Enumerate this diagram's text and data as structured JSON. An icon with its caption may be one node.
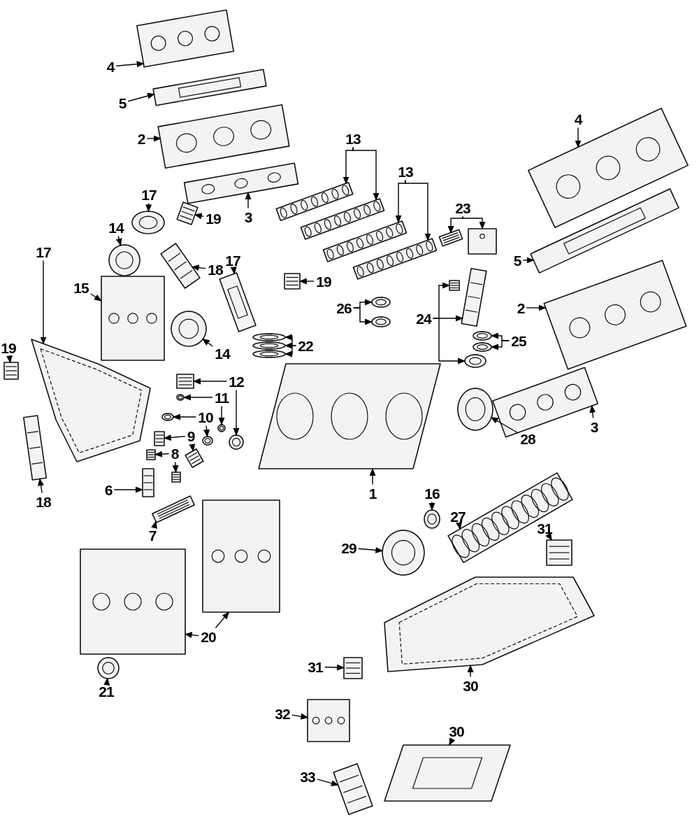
{
  "diagram": {
    "nodes": [
      {
        "text": [
          "4"
        ]
      },
      {
        "text": [],
        "shape": "picture"
      },
      {
        "text": [
          "5"
        ]
      },
      {
        "text": [],
        "shape": "picture"
      },
      {
        "text": [
          "2"
        ]
      },
      {
        "text": [],
        "shape": "picture"
      },
      {
        "text": [
          "3"
        ]
      },
      {
        "text": [],
        "shape": "picture"
      },
      {
        "text": [
          "13"
        ]
      },
      {
        "text": [],
        "shape": "picture"
      },
      {
        "text": [],
        "shape": "picture"
      },
      {
        "text": [
          "13"
        ]
      },
      {
        "text": [],
        "shape": "picture"
      },
      {
        "text": [],
        "shape": "picture"
      },
      {
        "text": [
          "4"
        ]
      },
      {
        "text": [],
        "shape": "picture"
      },
      {
        "text": [
          "5"
        ]
      },
      {
        "text": [],
        "shape": "picture"
      },
      {
        "text": [
          "23"
        ]
      },
      {
        "text": [],
        "shape": "picture"
      },
      {
        "text": [],
        "shape": "picture"
      },
      {
        "text": [
          "17"
        ]
      },
      {
        "text": [],
        "shape": "picture"
      },
      {
        "text": [
          "19"
        ]
      },
      {
        "text": [],
        "shape": "picture"
      },
      {
        "text": [
          "14"
        ]
      },
      {
        "text": [],
        "shape": "picture"
      },
      {
        "text": [
          "18"
        ]
      },
      {
        "text": [],
        "shape": "picture"
      },
      {
        "text": [
          "17"
        ]
      },
      {
        "text": [],
        "shape": "picture"
      },
      {
        "text": [
          "19"
        ]
      },
      {
        "text": [],
        "shape": "picture"
      },
      {
        "text": [
          "15"
        ]
      },
      {
        "text": [],
        "shape": "picture"
      },
      {
        "text": [
          "2"
        ]
      },
      {
        "text": [],
        "shape": "picture"
      },
      {
        "text": [
          "26"
        ]
      },
      {
        "text": [],
        "shape": "picture"
      },
      {
        "text": [],
        "shape": "picture"
      },
      {
        "text": [
          "24"
        ]
      },
      {
        "text": [],
        "shape": "picture"
      },
      {
        "text": [],
        "shape": "picture"
      },
      {
        "text": [],
        "shape": "picture"
      },
      {
        "text": [
          "25"
        ]
      },
      {
        "text": [],
        "shape": "picture"
      },
      {
        "text": [],
        "shape": "picture"
      },
      {
        "text": [
          "14"
        ]
      },
      {
        "text": [],
        "shape": "picture"
      },
      {
        "text": [
          "22"
        ]
      },
      {
        "text": [],
        "shape": "picture"
      },
      {
        "text": [],
        "shape": "picture"
      },
      {
        "text": [],
        "shape": "picture"
      },
      {
        "text": [
          "17"
        ]
      },
      {
        "text": [],
        "shape": "picture"
      },
      {
        "text": [
          "19"
        ]
      },
      {
        "text": [],
        "shape": "picture"
      },
      {
        "text": [
          "12"
        ]
      },
      {
        "text": [],
        "shape": "picture"
      },
      {
        "text": [],
        "shape": "picture"
      },
      {
        "text": [
          "11"
        ]
      },
      {
        "text": [],
        "shape": "picture"
      },
      {
        "text": [],
        "shape": "picture"
      },
      {
        "text": [
          "10"
        ]
      },
      {
        "text": [],
        "shape": "picture"
      },
      {
        "text": [],
        "shape": "picture"
      },
      {
        "text": [
          "9"
        ]
      },
      {
        "text": [],
        "shape": "picture"
      },
      {
        "text": [],
        "shape": "picture"
      },
      {
        "text": [
          "8"
        ]
      },
      {
        "text": [],
        "shape": "picture"
      },
      {
        "text": [],
        "shape": "picture"
      },
      {
        "text": [
          "6"
        ]
      },
      {
        "text": [],
        "shape": "picture"
      },
      {
        "text": [
          "7"
        ]
      },
      {
        "text": [],
        "shape": "picture"
      },
      {
        "text": [
          "18"
        ]
      },
      {
        "text": [],
        "shape": "picture"
      },
      {
        "text": [
          "3"
        ]
      },
      {
        "text": [],
        "shape": "picture"
      },
      {
        "text": [
          "28"
        ]
      },
      {
        "text": [],
        "shape": "picture"
      },
      {
        "text": [
          "1"
        ]
      },
      {
        "text": [],
        "shape": "picture"
      },
      {
        "text": [
          "16"
        ]
      },
      {
        "text": [],
        "shape": "picture"
      },
      {
        "text": [
          "27"
        ]
      },
      {
        "text": [],
        "shape": "picture"
      },
      {
        "text": [
          "29"
        ]
      },
      {
        "text": [],
        "shape": "picture"
      },
      {
        "text": [
          "31"
        ]
      },
      {
        "text": [],
        "shape": "picture"
      },
      {
        "text": [
          "20"
        ]
      },
      {
        "text": [],
        "shape": "picture"
      },
      {
        "text": [],
        "shape": "picture"
      },
      {
        "text": [
          "21"
        ]
      },
      {
        "text": [],
        "shape": "picture"
      },
      {
        "text": [
          "31"
        ]
      },
      {
        "text": [],
        "shape": "picture"
      },
      {
        "text": [
          "30"
        ]
      },
      {
        "text": [],
        "shape": "picture"
      },
      {
        "text": [
          "32"
        ]
      },
      {
        "text": [],
        "shape": "picture"
      },
      {
        "text": [
          "30"
        ]
      },
      {
        "text": [],
        "shape": "picture"
      },
      {
        "text": [
          "33"
        ]
      },
      {
        "text": [],
        "shape": "picture"
      }
    ],
    "edges": [
      {
        "from": 0,
        "to": 1,
        "arrow": "to"
      },
      {
        "from": 2,
        "to": 3,
        "arrow": "to"
      },
      {
        "from": 4,
        "to": 5,
        "arrow": "to"
      },
      {
        "from": 6,
        "to": 7,
        "arrow": "to"
      },
      {
        "from": 8,
        "to": 9,
        "arrow": "to"
      },
      {
        "from": 8,
        "to": 10,
        "arrow": "to"
      },
      {
        "from": 11,
        "to": 12,
        "arrow": "to"
      },
      {
        "from": 11,
        "to": 13,
        "arrow": "to"
      },
      {
        "from": 14,
        "to": 15,
        "arrow": "to"
      },
      {
        "from": 16,
        "to": 17,
        "arrow": "to"
      },
      {
        "from": 18,
        "to": 19,
        "arrow": "to"
      },
      {
        "from": 18,
        "to": 20,
        "arrow": "to"
      },
      {
        "from": 21,
        "to": 22,
        "arrow": "to"
      },
      {
        "from": 23,
        "to": 24,
        "arrow": "to"
      },
      {
        "from": 25,
        "to": 26,
        "arrow": "to"
      },
      {
        "from": 27,
        "to": 28,
        "arrow": "to"
      },
      {
        "from": 29,
        "to": 30,
        "arrow": "to"
      },
      {
        "from": 31,
        "to": 32,
        "arrow": "to"
      },
      {
        "from": 33,
        "to": 34,
        "arrow": "to"
      },
      {
        "from": 35,
        "to": 36,
        "arrow": "to"
      },
      {
        "from": 37,
        "to": 38,
        "arrow": "to"
      },
      {
        "from": 37,
        "to": 39,
        "arrow": "to"
      },
      {
        "from": 40,
        "to": 41,
        "arrow": "to"
      },
      {
        "from": 40,
        "to": 42,
        "arrow": "to"
      },
      {
        "from": 40,
        "to": 43,
        "arrow": "to"
      },
      {
        "from": 44,
        "to": 45,
        "arrow": "to"
      },
      {
        "from": 44,
        "to": 46,
        "arrow": "to"
      },
      {
        "from": 47,
        "to": 48,
        "arrow": "to"
      },
      {
        "from": 49,
        "to": 50,
        "arrow": "to"
      },
      {
        "from": 49,
        "to": 51,
        "arrow": "to"
      },
      {
        "from": 49,
        "to": 52,
        "arrow": "to"
      },
      {
        "from": 53,
        "to": 54,
        "arrow": "to"
      },
      {
        "from": 55,
        "to": 56,
        "arrow": "to"
      },
      {
        "from": 57,
        "to": 58,
        "arrow": "to"
      },
      {
        "from": 57,
        "to": 59,
        "arrow": "to"
      },
      {
        "from": 60,
        "to": 61,
        "arrow": "to"
      },
      {
        "from": 60,
        "to": 62,
        "arrow": "to"
      },
      {
        "from": 63,
        "to": 64,
        "arrow": "to"
      },
      {
        "from": 63,
        "to": 65,
        "arrow": "to"
      },
      {
        "from": 66,
        "to": 67,
        "arrow": "to"
      },
      {
        "from": 66,
        "to": 68,
        "arrow": "to"
      },
      {
        "from": 69,
        "to": 70,
        "arrow": "to"
      },
      {
        "from": 69,
        "to": 71,
        "arrow": "to"
      },
      {
        "from": 72,
        "to": 73,
        "arrow": "to"
      },
      {
        "from": 74,
        "to": 75,
        "arrow": "to"
      },
      {
        "from": 76,
        "to": 77,
        "arrow": "to"
      },
      {
        "from": 78,
        "to": 79,
        "arrow": "to"
      },
      {
        "from": 80,
        "to": 81,
        "arrow": "to"
      },
      {
        "from": 82,
        "to": 83,
        "arrow": "to"
      },
      {
        "from": 84,
        "to": 85,
        "arrow": "to"
      },
      {
        "from": 86,
        "to": 87,
        "arrow": "to"
      },
      {
        "from": 88,
        "to": 89,
        "arrow": "to"
      },
      {
        "from": 90,
        "to": 91,
        "arrow": "to"
      },
      {
        "from": 92,
        "to": 93,
        "arrow": "to"
      },
      {
        "from": 92,
        "to": 94,
        "arrow": "to"
      },
      {
        "from": 95,
        "to": 96,
        "arrow": "to"
      },
      {
        "from": 97,
        "to": 98,
        "arrow": "to"
      },
      {
        "from": 99,
        "to": 100,
        "arrow": "to"
      },
      {
        "from": 101,
        "to": 102,
        "arrow": "to"
      },
      {
        "from": 103,
        "to": 104,
        "arrow": "to"
      },
      {
        "from": 105,
        "to": 106,
        "arrow": "to"
      }
    ]
  }
}
